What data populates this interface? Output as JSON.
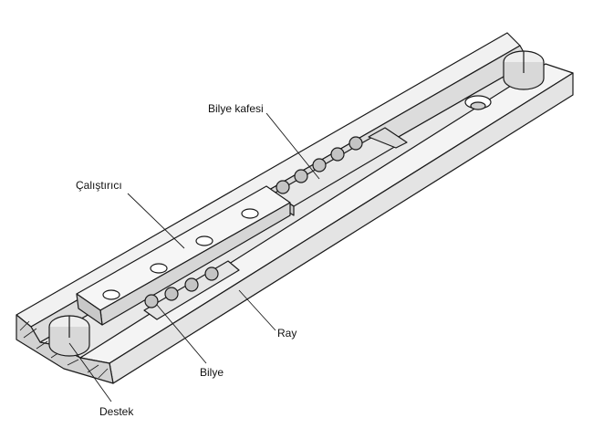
{
  "labels": {
    "ball_cage": "Bilye kafesi",
    "actuator": "Çalıştırıcı",
    "rail": "Ray",
    "ball": "Bilye",
    "support": "Destek"
  },
  "colors": {
    "outline": "#1a1a1a",
    "surface_light": "#f4f4f4",
    "surface_mid": "#e2e2e2",
    "surface_dark": "#c9c9c9",
    "ball_fill": "#bdbdbd"
  }
}
